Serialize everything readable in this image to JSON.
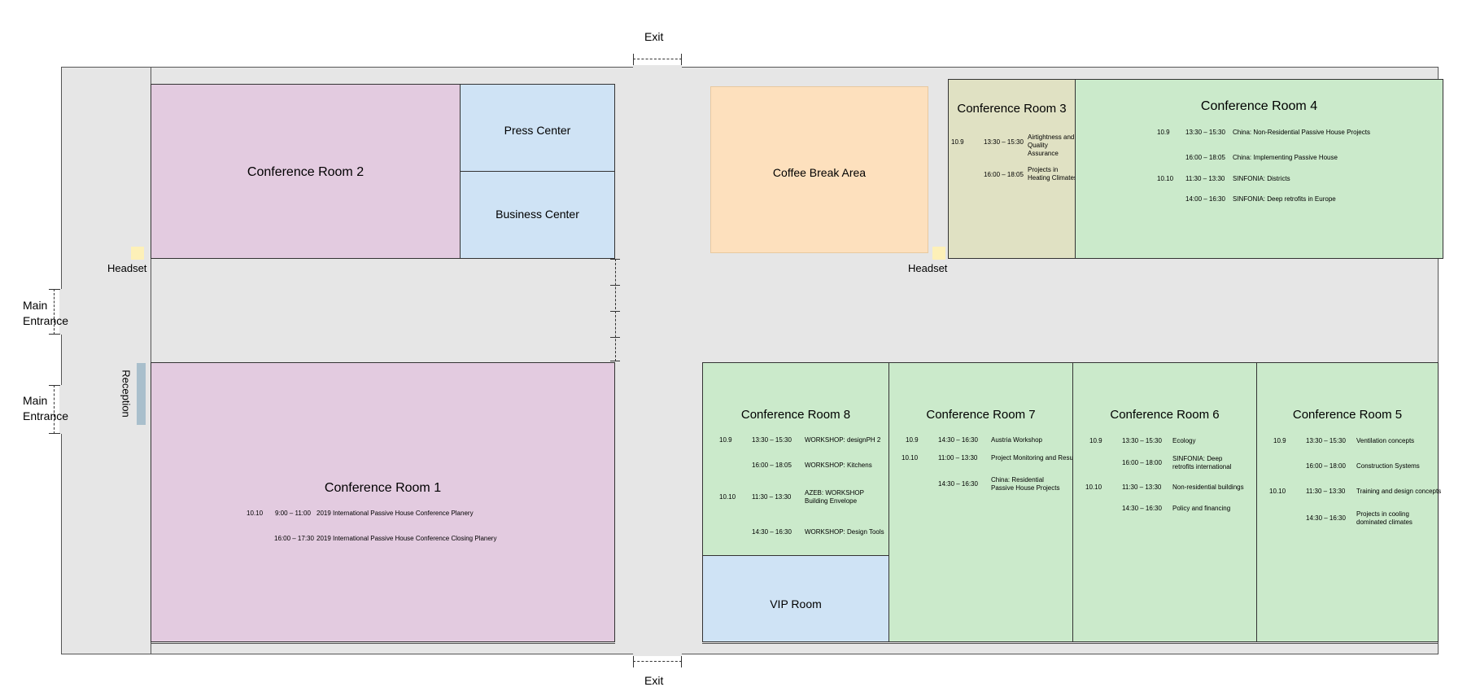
{
  "labels": {
    "exit_top": "Exit",
    "exit_bottom": "Exit",
    "main_entrance_1": "Main Entrance",
    "main_entrance_2": "Main Entrance",
    "reception": "Reception",
    "headset_left": "Headset",
    "headset_right": "Headset"
  },
  "rooms": {
    "room2": "Conference Room  2",
    "press": "Press Center",
    "business": "Business Center",
    "coffee": "Coffee Break Area",
    "vip": "VIP Room",
    "room1": {
      "title": "Conference Room  1",
      "sessions": [
        {
          "date": "10.10",
          "time": "9:00 – 11:00",
          "name": "2019 International Passive House Conference Planery"
        },
        {
          "date": "",
          "time": "16:00 – 17:30",
          "name": "2019 International Passive House Conference Closing Planery"
        }
      ]
    },
    "room3": {
      "title": "Conference Room  3",
      "sessions": [
        {
          "date": "10.9",
          "time": "13:30 – 15:30",
          "name": "Airtightness and Quality Assurance"
        },
        {
          "date": "",
          "time": "16:00 – 18:05",
          "name": "Projects in Heating Climates"
        }
      ]
    },
    "room4": {
      "title": "Conference Room  4",
      "sessions": [
        {
          "date": "10.9",
          "time": "13:30 – 15:30",
          "name": "China: Non-Residential Passive House Projects"
        },
        {
          "date": "",
          "time": "16:00 – 18:05",
          "name": "China: Implementing Passive House"
        },
        {
          "date": "10.10",
          "time": "11:30 – 13:30",
          "name": "SINFONIA: Districts"
        },
        {
          "date": "",
          "time": "14:00 – 16:30",
          "name": "SINFONIA: Deep retrofits in Europe"
        }
      ]
    },
    "room8": {
      "title": "Conference Room  8",
      "sessions": [
        {
          "date": "10.9",
          "time": "13:30 – 15:30",
          "name": "WORKSHOP: designPH 2"
        },
        {
          "date": "",
          "time": "16:00 – 18:05",
          "name": "WORKSHOP: Kitchens"
        },
        {
          "date": "10.10",
          "time": "11:30 – 13:30",
          "name": "AZEB: WORKSHOP Building Envelope"
        },
        {
          "date": "",
          "time": "14:30 – 16:30",
          "name": "WORKSHOP: Design Tools"
        }
      ]
    },
    "room7": {
      "title": "Conference Room  7",
      "sessions": [
        {
          "date": "10.9",
          "time": "14:30 – 16:30",
          "name": "Austria Workshop"
        },
        {
          "date": "10.10",
          "time": "11:00 – 13:30",
          "name": "Project Monitoring and Results"
        },
        {
          "date": "",
          "time": "14:30 – 16:30",
          "name": "China: Residential Passive House Projects"
        }
      ]
    },
    "room6": {
      "title": "Conference Room  6",
      "sessions": [
        {
          "date": "10.9",
          "time": "13:30 – 15:30",
          "name": "Ecology"
        },
        {
          "date": "",
          "time": "16:00 – 18:00",
          "name": "SINFONIA: Deep retrofits international"
        },
        {
          "date": "10.10",
          "time": "11:30 – 13:30",
          "name": "Non-residential buildings"
        },
        {
          "date": "",
          "time": "14:30 – 16:30",
          "name": "Policy and financing"
        }
      ]
    },
    "room5": {
      "title": "Conference Room  5",
      "sessions": [
        {
          "date": "10.9",
          "time": "13:30 – 15:30",
          "name": "Ventilation concepts"
        },
        {
          "date": "",
          "time": "16:00 – 18:00",
          "name": "Construction Systems"
        },
        {
          "date": "10.10",
          "time": "11:30 – 13:30",
          "name": "Training and design concepts"
        },
        {
          "date": "",
          "time": "14:30 – 16:30",
          "name": "Projects in cooling dominated climates"
        }
      ]
    }
  },
  "colors": {
    "corridor": "#e6e6e6",
    "plenary_room": "#e3cbe0",
    "service_room": "#cfe3f5",
    "conference_room": "#cbeacb",
    "coffee_area": "#fde0bd",
    "room3": "#e0e1c3",
    "reception_desk": "#a9bfcc",
    "headset_station": "#fdf0b8"
  }
}
